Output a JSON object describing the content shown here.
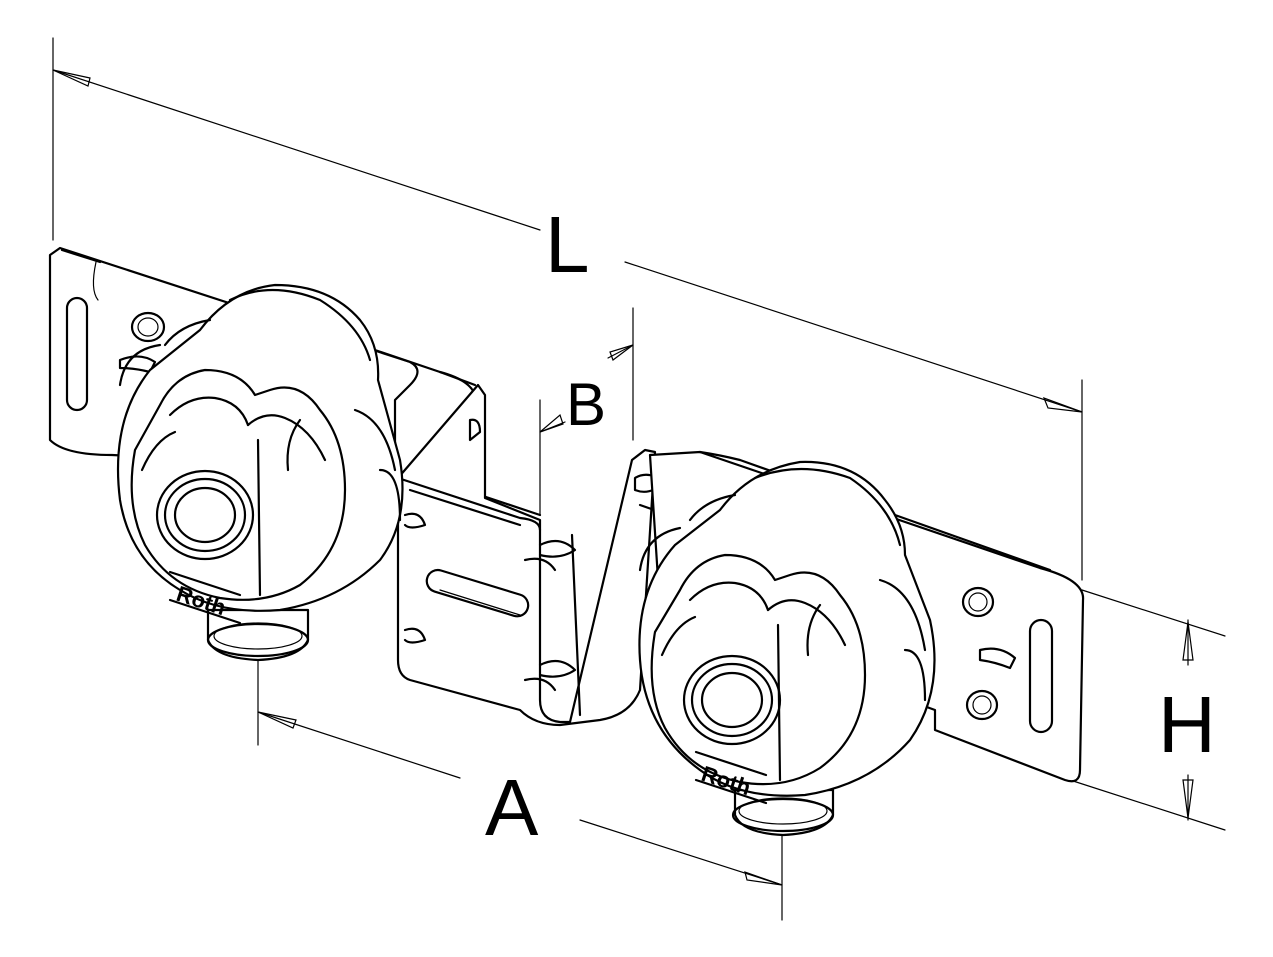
{
  "dimensions": {
    "length": "L",
    "depth": "B",
    "axis_distance": "A",
    "height": "H"
  },
  "brand_mark": "Roth",
  "colors": {
    "line": "#000000",
    "background": "#ffffff"
  }
}
